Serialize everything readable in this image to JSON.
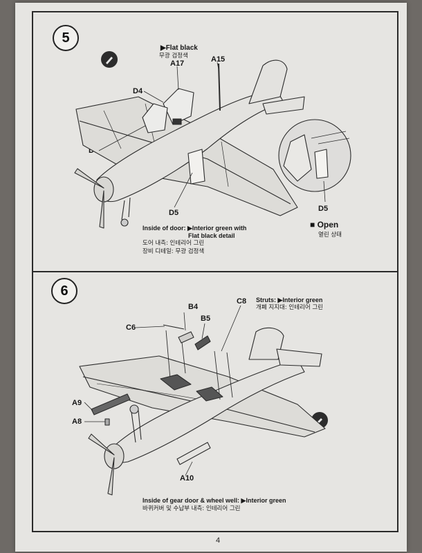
{
  "step5": {
    "number": "5",
    "paint_top": "▶Flat black",
    "paint_top_kr": "무광 검정색",
    "parts": [
      "A17",
      "A15",
      "D4",
      "D3",
      "D5"
    ],
    "door_note": "Inside of door: ▶Interior green with",
    "door_note2": "Flat black detail",
    "door_note_kr1": "도어 내측: 인테리어 그린",
    "door_note_kr2": "장비 디테일: 무광 검정색",
    "inset_part": "D5",
    "open_label": "■ Open",
    "open_label_kr": "열린 상태",
    "question_mark": "?",
    "icon_paint": "paint-brush-icon"
  },
  "step6": {
    "number": "6",
    "struts_note": "Struts: ▶Interior green",
    "struts_note_kr": "개폐 지지대: 인테리어 그린",
    "parts": [
      "C8",
      "B4",
      "B5",
      "C6",
      "A9",
      "A8",
      "A10"
    ],
    "gear_note": "Inside of gear door & wheel well: ▶Interior green",
    "gear_note_kr": "바퀴커버 및 수납부 내측: 인테리어 그린",
    "icon_glue": "glue-icon"
  },
  "page_number": "4"
}
